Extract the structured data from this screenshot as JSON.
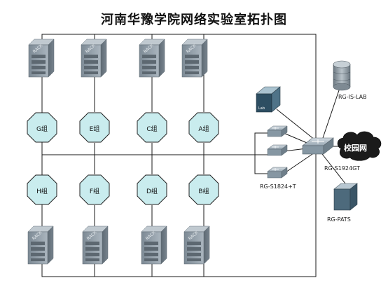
{
  "title": "河南华豫学院网络实验室拓扑图",
  "groups_top": [
    {
      "label": "G组",
      "rack_text": "RACK"
    },
    {
      "label": "E组",
      "rack_text": "RACK"
    },
    {
      "label": "C组",
      "rack_text": "RACK"
    },
    {
      "label": "A组",
      "rack_text": "RACK"
    }
  ],
  "groups_bottom": [
    {
      "label": "H组",
      "rack_text": "RACK"
    },
    {
      "label": "F组",
      "rack_text": "RACK"
    },
    {
      "label": "D组",
      "rack_text": "RACK"
    },
    {
      "label": "B组",
      "rack_text": "RACK"
    }
  ],
  "access_switch_label": "RG-S1824+T",
  "core_switch_label": "RG-S1924GT",
  "server_lab_label": "RG-IS-LAB",
  "server_pats_label": "RG-PATS",
  "cloud_label": "校园网",
  "colors": {
    "octagon_fill": "#c9ecee",
    "rack_body": "#8a96a0",
    "switch_body": "#9aa9b4",
    "cloud": "#1b1b1b"
  }
}
